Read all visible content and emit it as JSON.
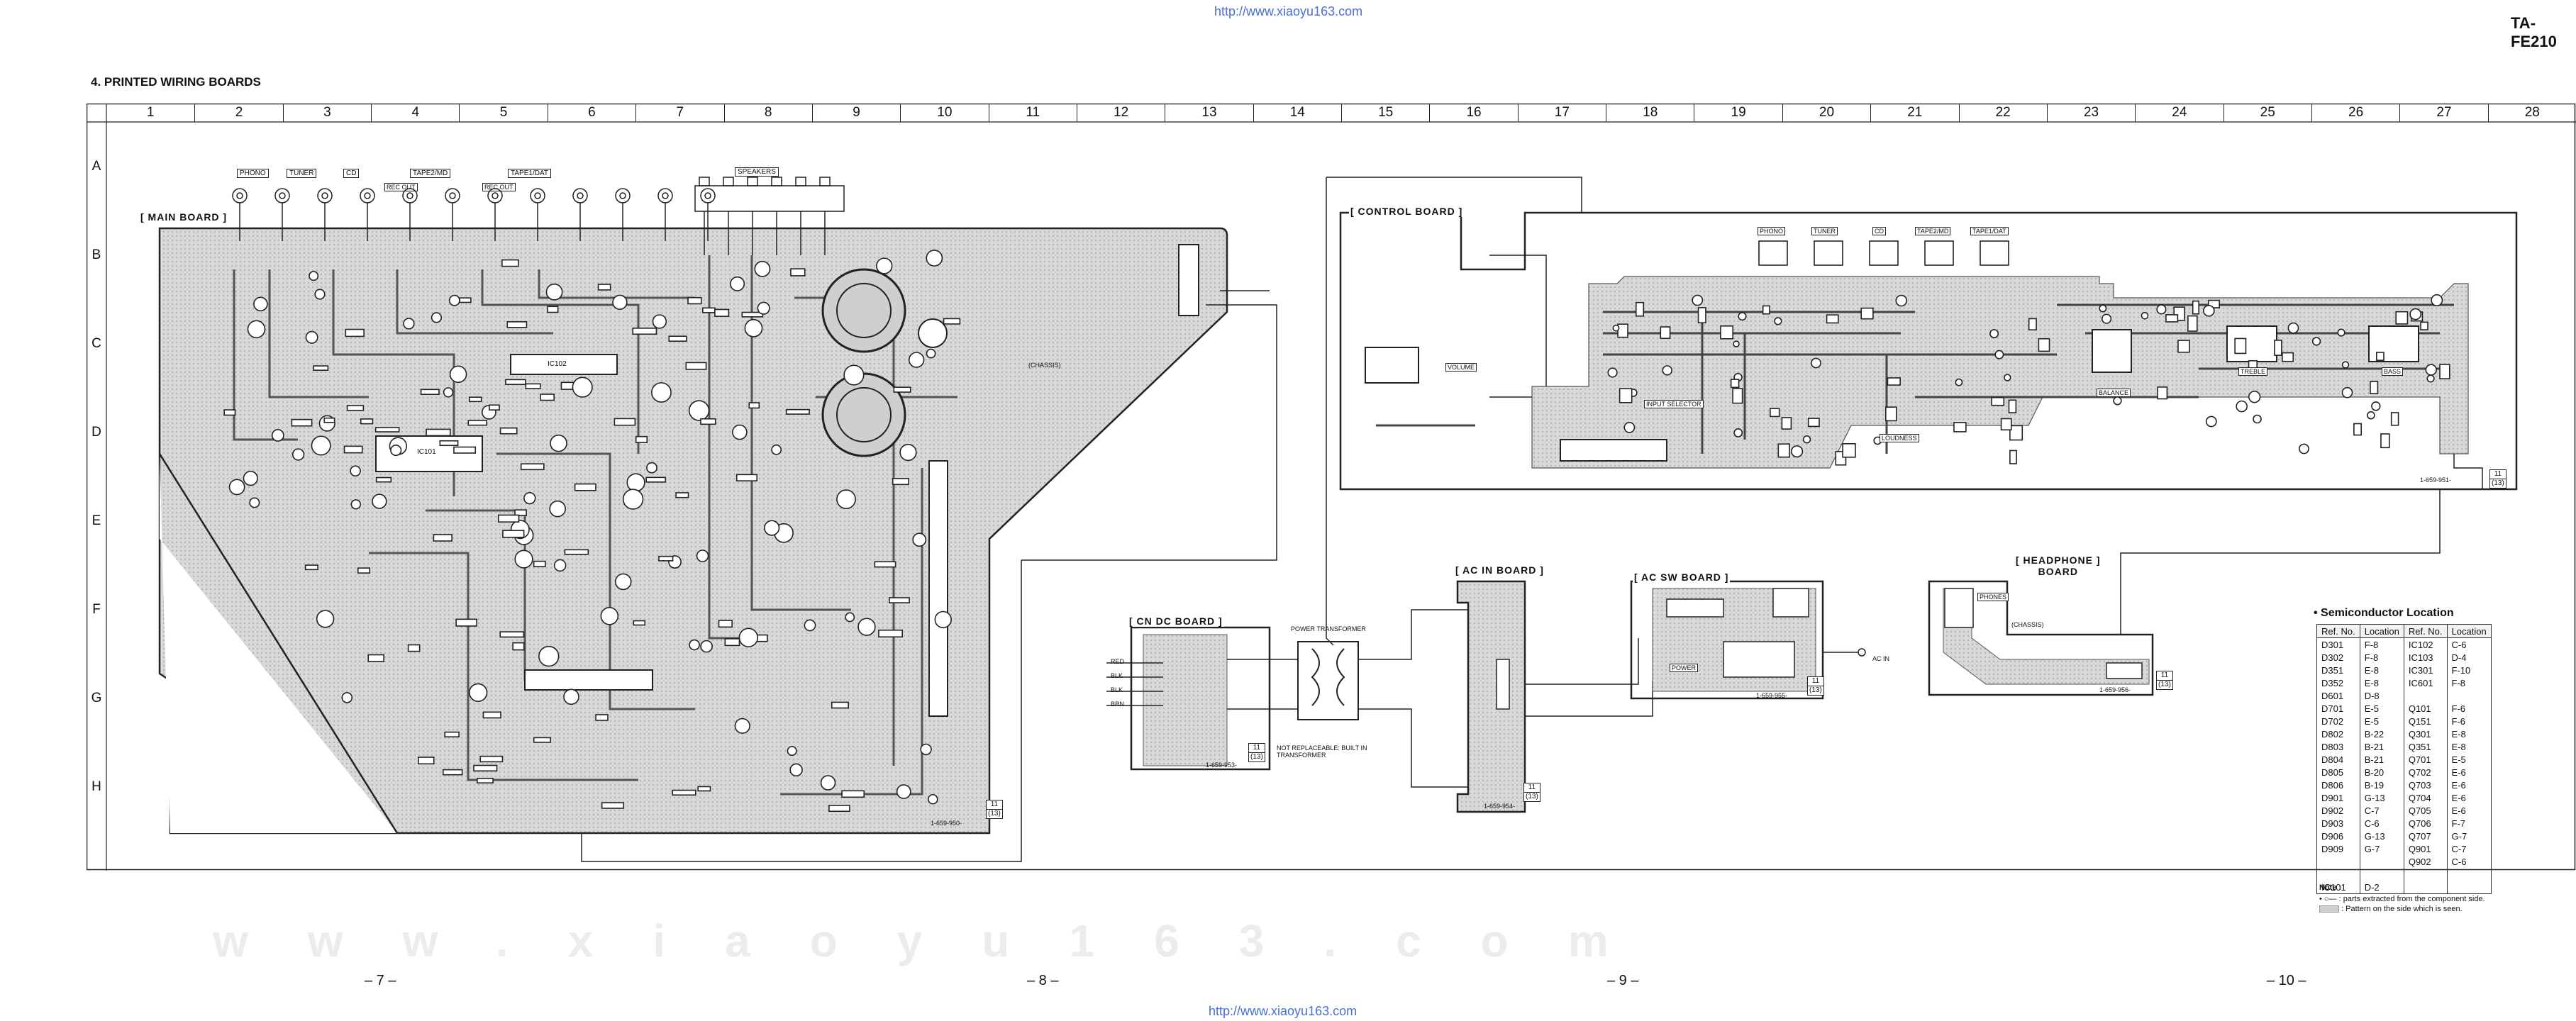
{
  "header": {
    "url_top": "http://www.xiaoyu163.com",
    "url_bottom": "http://www.xiaoyu163.com",
    "model": "TA-FE210",
    "section_title": "4. PRINTED WIRING BOARDS"
  },
  "grid": {
    "columns": [
      "1",
      "2",
      "3",
      "4",
      "5",
      "6",
      "7",
      "8",
      "9",
      "10",
      "11",
      "12",
      "13",
      "14",
      "15",
      "16",
      "17",
      "18",
      "19",
      "20",
      "21",
      "22",
      "23",
      "24",
      "25",
      "26",
      "27",
      "28"
    ],
    "rows": [
      "A",
      "B",
      "C",
      "D",
      "E",
      "F",
      "G",
      "H"
    ]
  },
  "boards": {
    "main": "[ MAIN BOARD ]",
    "control": "[ CONTROL BOARD ]",
    "cn_dc": "[ CN DC BOARD ]",
    "ac_in": "[ AC IN BOARD ]",
    "ac_sw": "[ AC SW BOARD ]",
    "headphone_line1": "[ HEADPHONE ]",
    "headphone_line2": "BOARD"
  },
  "main_inputs": {
    "jacks": [
      "PHONO",
      "TUNER",
      "CD",
      "TAPE2/MD",
      "REC OUT",
      "TAPE1/DAT",
      "REC OUT"
    ],
    "speakers": "SPEAKERS",
    "ic": "IC102",
    "ic2": "IC101"
  },
  "control_labels": {
    "selectors": [
      "PHONO",
      "TUNER",
      "CD",
      "TAPE2/MD",
      "TAPE1/DAT"
    ],
    "input_selector": "INPUT SELECTOR",
    "balance": "BALANCE",
    "treble": "TREBLE",
    "bass": "BASS",
    "loudness": "LOUDNESS",
    "volume": "VOLUME"
  },
  "misc_labels": {
    "power_transformer": "POWER TRANSFORMER",
    "not_replaceable": "NOT REPLACEABLE: BUILT IN TRANSFORMER",
    "ac_in": "AC IN",
    "power": "POWER",
    "phones": "PHONES",
    "chassis": "(CHASSIS)",
    "wire_colors": [
      "RED",
      "BLK",
      "BLK",
      "BRN"
    ]
  },
  "semiconductor": {
    "title": "• Semiconductor Location",
    "headers": [
      "Ref. No.",
      "Location",
      "Ref. No.",
      "Location"
    ],
    "rows": [
      [
        "D301",
        "F-8",
        "IC102",
        "C-6"
      ],
      [
        "D302",
        "F-8",
        "IC103",
        "D-4"
      ],
      [
        "D351",
        "E-8",
        "IC301",
        "F-10"
      ],
      [
        "D352",
        "E-8",
        "IC601",
        "F-8"
      ],
      [
        "D601",
        "D-8",
        "",
        ""
      ],
      [
        "D701",
        "E-5",
        "Q101",
        "F-6"
      ],
      [
        "D702",
        "E-5",
        "Q151",
        "F-6"
      ],
      [
        "D802",
        "B-22",
        "Q301",
        "E-8"
      ],
      [
        "D803",
        "B-21",
        "Q351",
        "E-8"
      ],
      [
        "D804",
        "B-21",
        "Q701",
        "E-5"
      ],
      [
        "D805",
        "B-20",
        "Q702",
        "E-6"
      ],
      [
        "D806",
        "B-19",
        "Q703",
        "E-6"
      ],
      [
        "D901",
        "G-13",
        "Q704",
        "E-6"
      ],
      [
        "D902",
        "C-7",
        "Q705",
        "E-6"
      ],
      [
        "D903",
        "C-6",
        "Q706",
        "F-7"
      ],
      [
        "D906",
        "G-13",
        "Q707",
        "G-7"
      ],
      [
        "D909",
        "G-7",
        "Q901",
        "C-7"
      ],
      [
        "",
        "",
        "Q902",
        "C-6"
      ],
      [
        "",
        "",
        " ",
        ""
      ],
      [
        "IC101",
        "D-2",
        "",
        ""
      ]
    ]
  },
  "notes": {
    "title": "Note :",
    "line1": ": parts extracted from the component side.",
    "line2": ": Pattern on the side which is seen."
  },
  "page_numbers": [
    "– 7 –",
    "– 8 –",
    "– 9 –",
    "– 10 –"
  ],
  "board_refs": [
    "1-659-950-",
    "1-659-951-",
    "1-659-953-",
    "1-659-954-",
    "1-659-955-",
    "1-659-956-"
  ],
  "sheet_marks": [
    "11",
    "(13)"
  ],
  "watermark": "www.xiaoyu163.com"
}
